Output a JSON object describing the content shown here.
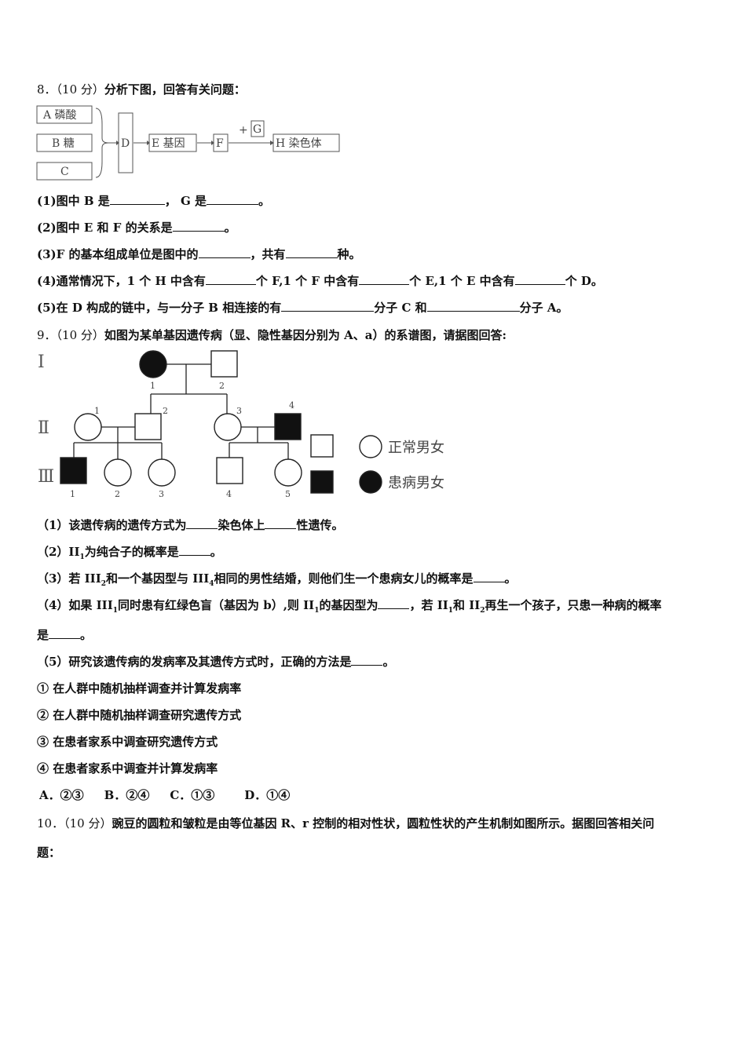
{
  "q8": {
    "header_num": "8．（10 分）",
    "header_text": "分析下图，回答有关问题：",
    "diagram": {
      "a": "A 磷酸",
      "b": "B 糖",
      "c": "C",
      "d": "D",
      "e": "E 基因",
      "f": "F",
      "g": "G",
      "plus": "+",
      "h": "H 染色体"
    },
    "q1_a": "(1)图中 B 是",
    "q1_b": "，  G 是",
    "q1_c": "。",
    "q2_a": "(2)图中 E 和 F 的关系是",
    "q2_b": "。",
    "q3_a": "(3)F 的基本组成单位是图中的",
    "q3_b": "，共有",
    "q3_c": "种。",
    "q4_a": "(4)通常情况下，1 个 H 中含有",
    "q4_b": "个 F,1 个 F 中含有",
    "q4_c": "个 E,1 个 E 中含有",
    "q4_d": "个 D。",
    "q5_a": "(5)在 D 构成的链中，与一分子 B 相连接的有",
    "q5_b": "分子 C 和",
    "q5_c": "分子 A。"
  },
  "q9": {
    "header_num": "9．（10 分）",
    "header_text": "如图为某单基因遗传病（显、隐性基因分别为 A、a）的系谱图，请据图回答:",
    "pedigree": {
      "gen1": "Ⅰ",
      "gen2": "Ⅱ",
      "gen3": "Ⅲ",
      "i1": "1",
      "i2": "2",
      "ii1": "1",
      "ii2": "2",
      "ii3": "3",
      "ii4": "4",
      "iii1": "1",
      "iii2": "2",
      "iii3": "3",
      "iii4": "4",
      "iii5": "5",
      "legend_normal": "正常男女",
      "legend_affected": "患病男女"
    },
    "s1_a": "（1）该遗传病的遗传方式为",
    "s1_b": "染色体上",
    "s1_c": "性遗传。",
    "s2_a": "（2）II",
    "s2_sub": "1",
    "s2_b": "为纯合子的概率是",
    "s2_c": "。",
    "s3_a": "（3）若 III",
    "s3_sub1": "2",
    "s3_b": "和一个基因型与 III",
    "s3_sub2": "4",
    "s3_c": "相同的男性结婚，则他们生一个患病女儿的概率是",
    "s3_d": "。",
    "s4_a": "（4）如果 III",
    "s4_sub1": "1",
    "s4_b": "同时患有红绿色盲（基因为 b）,则 II",
    "s4_sub2": "1",
    "s4_c": "的基因型为",
    "s4_d": "，若 II",
    "s4_sub3": "1",
    "s4_e": "和 II",
    "s4_sub4": "2",
    "s4_f": "再生一个孩子，只患一种病的概率",
    "s4_g": "是",
    "s4_h": "。",
    "s5_a": "（5）研究该遗传病的发病率及其遗传方式时，正确的方法是",
    "s5_b": "。",
    "opt1": "① 在人群中随机抽样调查并计算发病率",
    "opt2": "② 在人群中随机抽样调查研究遗传方式",
    "opt3": "③ 在患者家系中调查研究遗传方式",
    "opt4": "④ 在患者家系中调查并计算发病率",
    "choice_a": "A．②③",
    "choice_b": "B．②④",
    "choice_c": "C．①③",
    "choice_d": "D．①④"
  },
  "q10": {
    "header_num": "10．（10 分）",
    "header_text": "豌豆的圆粒和皱粒是由等位基因 R、r 控制的相对性状，圆粒性状的产生机制如图所示。据图回答相关问",
    "header_text2": "题："
  }
}
